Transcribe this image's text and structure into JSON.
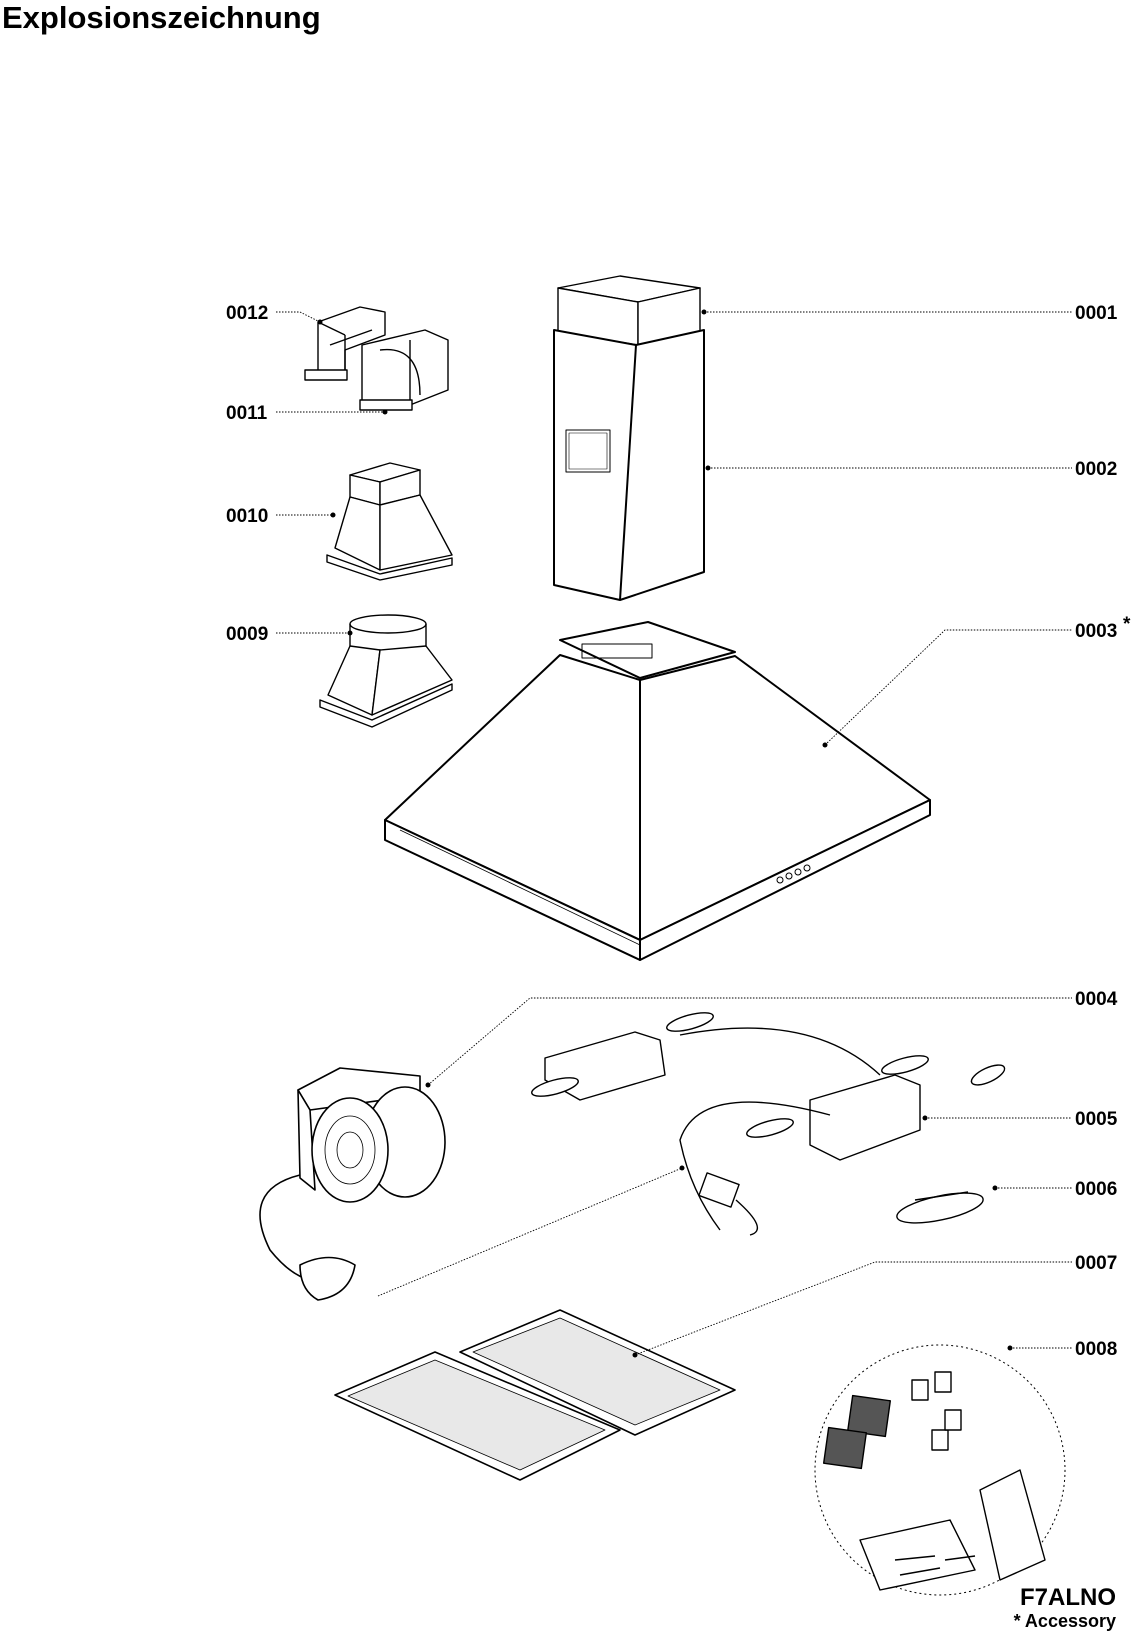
{
  "title": "Explosionszeichnung",
  "parts": [
    {
      "id": "0001",
      "label": "0001"
    },
    {
      "id": "0002",
      "label": "0002"
    },
    {
      "id": "0003",
      "label": "0003"
    },
    {
      "id": "0004",
      "label": "0004"
    },
    {
      "id": "0005",
      "label": "0005"
    },
    {
      "id": "0006",
      "label": "0006"
    },
    {
      "id": "0007",
      "label": "0007"
    },
    {
      "id": "0008",
      "label": "0008"
    },
    {
      "id": "0009",
      "label": "0009"
    },
    {
      "id": "0010",
      "label": "0010"
    },
    {
      "id": "0011",
      "label": "0011"
    },
    {
      "id": "0012",
      "label": "0012"
    }
  ],
  "accessory_marker": "*",
  "model": "F7ALNO",
  "accessory_note": "* Accessory"
}
